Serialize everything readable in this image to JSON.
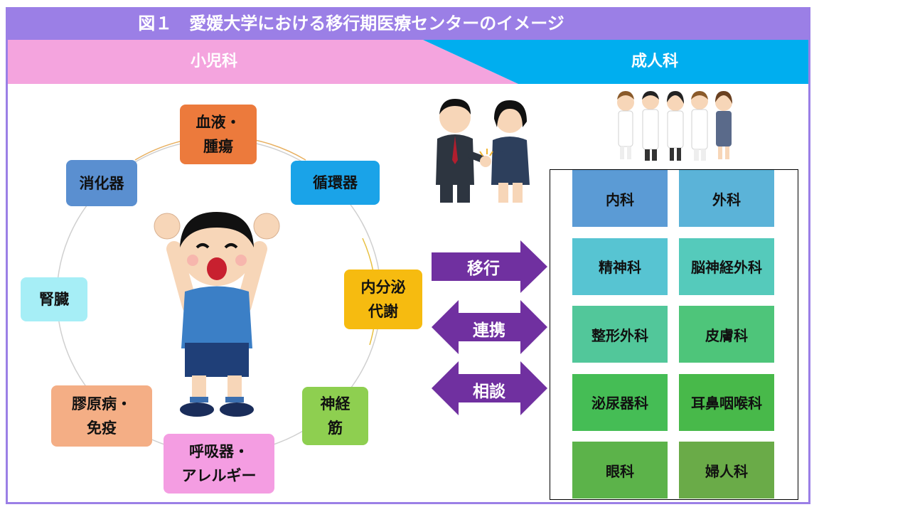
{
  "title": "図１　愛媛大学における移行期医療センターのイメージ",
  "pediatrics_label": "小児科",
  "adult_label": "成人科",
  "pediatric_specialties": [
    {
      "id": "hematology",
      "label": "血液・\n腫瘍",
      "color": "#ec7a3c"
    },
    {
      "id": "circulatory",
      "label": "循環器",
      "color": "#1aa3e8"
    },
    {
      "id": "endocrine",
      "label": "内分泌\n代謝",
      "color": "#f6bb10"
    },
    {
      "id": "neuromuscular",
      "label": "神経\n筋",
      "color": "#8ecf50"
    },
    {
      "id": "respiratory",
      "label": "呼吸器・\nアレルギー",
      "color": "#f49de2"
    },
    {
      "id": "collagen",
      "label": "膠原病・\n免疫",
      "color": "#f4ae85"
    },
    {
      "id": "kidney",
      "label": "腎臓",
      "color": "#a6eef6"
    },
    {
      "id": "digestive",
      "label": "消化器",
      "color": "#5a8fd0"
    }
  ],
  "arrows": [
    {
      "id": "transition",
      "label": "移行",
      "direction": "right"
    },
    {
      "id": "cooperation",
      "label": "連携",
      "direction": "both"
    },
    {
      "id": "consultation",
      "label": "相談",
      "direction": "both"
    }
  ],
  "arrow_color": "#7030a0",
  "adult_departments": [
    {
      "id": "internal",
      "label": "内科",
      "color": "#5b9bd5"
    },
    {
      "id": "surgery",
      "label": "外科",
      "color": "#5bb3d8"
    },
    {
      "id": "psychiatry",
      "label": "精神科",
      "color": "#57c4d2"
    },
    {
      "id": "neurosurgery",
      "label": "脳神経外科",
      "color": "#55cabb"
    },
    {
      "id": "orthopedics",
      "label": "整形外科",
      "color": "#52c79a"
    },
    {
      "id": "dermatology",
      "label": "皮膚科",
      "color": "#4ec57a"
    },
    {
      "id": "urology",
      "label": "泌尿器科",
      "color": "#45bd55"
    },
    {
      "id": "ent",
      "label": "耳鼻咽喉科",
      "color": "#48b94a"
    },
    {
      "id": "ophthalmology",
      "label": "眼科",
      "color": "#5cb34a"
    },
    {
      "id": "gynecology",
      "label": "婦人科",
      "color": "#6aab48"
    }
  ]
}
